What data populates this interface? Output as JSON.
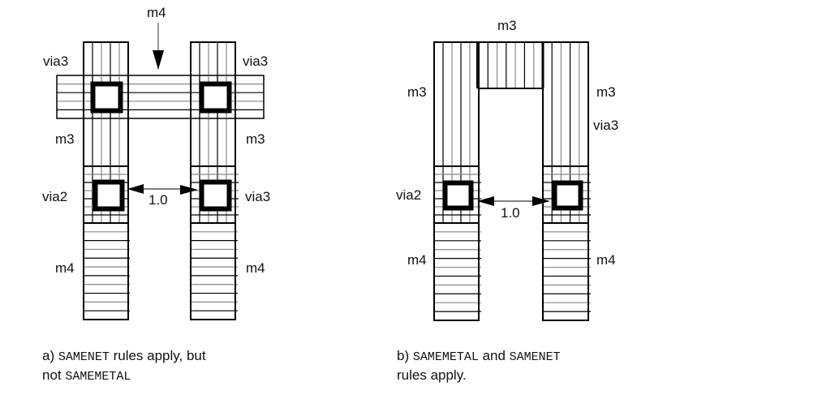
{
  "colors": {
    "ink": "#000000",
    "hatch_gray": "#888888",
    "background": "#ffffff"
  },
  "panel_a": {
    "labels": {
      "top_arrow": "m4",
      "via_top_left": "via3",
      "via_top_right": "via3",
      "metal_left_mid": "m3",
      "metal_right_mid": "m3",
      "via_bottom_left": "via2",
      "via_bottom_right": "via3",
      "metal_left_bottom": "m4",
      "metal_right_bottom": "m4",
      "spacing": "1.0"
    },
    "caption": {
      "prefix": "a) ",
      "code1": "SAMENET",
      "mid": " rules apply, but",
      "line2_prefix": "not ",
      "code2": "SAMEMETAL"
    }
  },
  "panel_b": {
    "labels": {
      "top_center": "m3",
      "metal_left": "m3",
      "metal_right": "m3",
      "via_right": "via3",
      "via_left": "via2",
      "metal_left_bottom": "m4",
      "metal_right_bottom": "m4",
      "spacing": "1.0"
    },
    "caption": {
      "prefix": "b) ",
      "code1": "SAMEMETAL",
      "mid": " and ",
      "code2": "SAMENET",
      "line2": "rules apply."
    }
  }
}
